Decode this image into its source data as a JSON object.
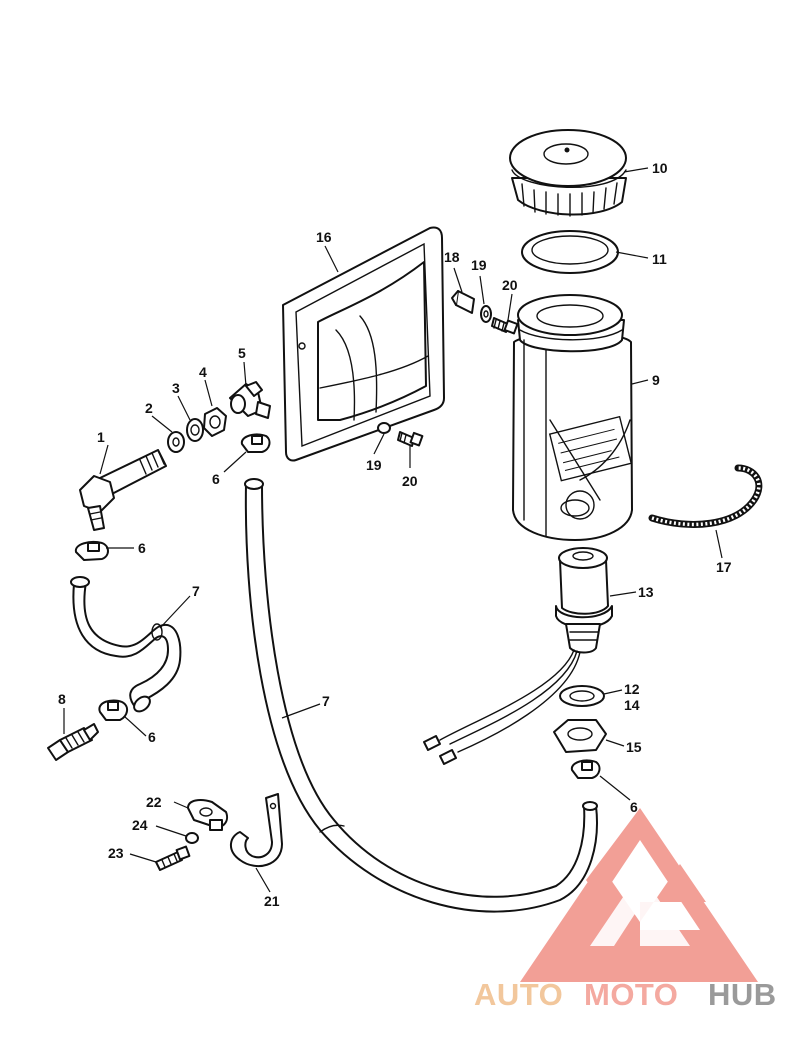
{
  "callouts": [
    {
      "id": "c1",
      "text": "1"
    },
    {
      "id": "c2",
      "text": "2"
    },
    {
      "id": "c3",
      "text": "3"
    },
    {
      "id": "c4",
      "text": "4"
    },
    {
      "id": "c5",
      "text": "5"
    },
    {
      "id": "c6a",
      "text": "6"
    },
    {
      "id": "c6b",
      "text": "6"
    },
    {
      "id": "c6c",
      "text": "6"
    },
    {
      "id": "c6d",
      "text": "6"
    },
    {
      "id": "c7a",
      "text": "7"
    },
    {
      "id": "c7b",
      "text": "7"
    },
    {
      "id": "c8",
      "text": "8"
    },
    {
      "id": "c9",
      "text": "9"
    },
    {
      "id": "c10",
      "text": "10"
    },
    {
      "id": "c11",
      "text": "11"
    },
    {
      "id": "c12",
      "text": "12"
    },
    {
      "id": "c13",
      "text": "13"
    },
    {
      "id": "c14",
      "text": "14"
    },
    {
      "id": "c15",
      "text": "15"
    },
    {
      "id": "c16",
      "text": "16"
    },
    {
      "id": "c17",
      "text": "17"
    },
    {
      "id": "c18",
      "text": "18"
    },
    {
      "id": "c19a",
      "text": "19"
    },
    {
      "id": "c19b",
      "text": "19"
    },
    {
      "id": "c20a",
      "text": "20"
    },
    {
      "id": "c20b",
      "text": "20"
    },
    {
      "id": "c21",
      "text": "21"
    },
    {
      "id": "c22",
      "text": "22"
    },
    {
      "id": "c23",
      "text": "23"
    },
    {
      "id": "c24",
      "text": "24"
    }
  ],
  "watermark": {
    "word_auto": "AUTO",
    "word_moto": "MOTO",
    "word_hub": "HUB",
    "colors": {
      "auto": "#f2c79c",
      "moto": "#f4a9a0",
      "hub": "#9a9a9a",
      "logo": "#f08a80"
    }
  }
}
